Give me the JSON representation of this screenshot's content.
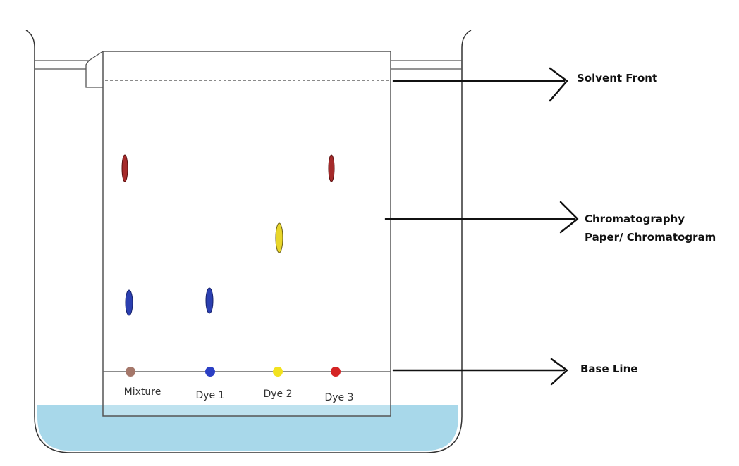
{
  "diagram": {
    "labels": {
      "solvent_front": "Solvent Front",
      "paper_line1": "Chromatography",
      "paper_line2": "Paper/ Chromatogram",
      "base_line": "Base Line"
    },
    "lanes": [
      {
        "name": "Mixture",
        "baseline_color": "#a5776a"
      },
      {
        "name": "Dye 1",
        "baseline_color": "#2b3fc4"
      },
      {
        "name": "Dye 2",
        "baseline_color": "#f2e21f"
      },
      {
        "name": "Dye 3",
        "baseline_color": "#d42424"
      }
    ],
    "colors": {
      "solvent": "#a8d8ea",
      "separated_red": "#a52a2a",
      "separated_blue": "#2b3fb0",
      "separated_yellow": "#e8d62a",
      "outline": "#333333"
    }
  }
}
